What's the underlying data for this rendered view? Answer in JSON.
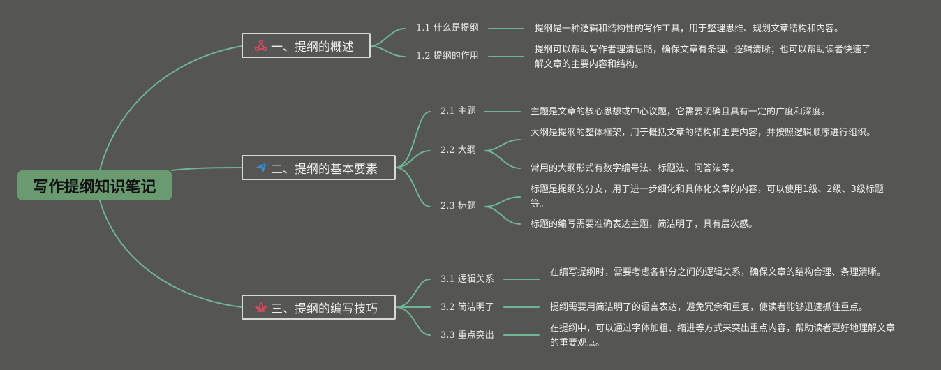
{
  "root": {
    "label": "写作提纲知识笔记"
  },
  "colors": {
    "background": "#555553",
    "root_fill": "#6a9a70",
    "connector": "#6fb596",
    "branch_border": "#d8d8d8"
  },
  "branches": [
    {
      "label": "一、提纲的概述",
      "icon": "triangle-nodes-icon",
      "subs": [
        {
          "label": "1.1 什么是提纲",
          "leaves": [
            "提纲是一种逻辑和结构性的写作工具，用于整理思维、规划文章结构和内容。"
          ]
        },
        {
          "label": "1.2 提纲的作用",
          "leaves": [
            "提纲可以帮助写作者理清思路，确保文章有条理、逻辑清晰；也可以帮助读者快速了解文章的主要内容和结构。"
          ]
        }
      ]
    },
    {
      "label": "二、提纲的基本要素",
      "icon": "paper-plane-icon",
      "subs": [
        {
          "label": "2.1 主题",
          "leaves": [
            "主题是文章的核心思想或中心议题，它需要明确且具有一定的广度和深度。"
          ]
        },
        {
          "label": "2.2 大纲",
          "leaves": [
            "大纲是提纲的整体框架，用于概括文章的结构和主要内容，并按照逻辑顺序进行组织。",
            "常用的大纲形式有数字编号法、标题法、问答法等。"
          ]
        },
        {
          "label": "2.3 标题",
          "leaves": [
            "标题是提纲的分支，用于进一步细化和具体化文章的内容，可以使用1级、2级、3级标题等。",
            "标题的编写需要准确表达主题，简洁明了，具有层次感。"
          ]
        }
      ]
    },
    {
      "label": "三、提纲的编写技巧",
      "icon": "flower-icon",
      "subs": [
        {
          "label": "3.1 逻辑关系",
          "leaves": [
            "在编写提纲时，需要考虑各部分之间的逻辑关系，确保文章的结构合理、条理清晰。"
          ]
        },
        {
          "label": "3.2 简洁明了",
          "leaves": [
            "提纲需要用简洁明了的语言表达，避免冗余和重复，使读者能够迅速抓住重点。"
          ]
        },
        {
          "label": "3.3 重点突出",
          "leaves": [
            "在提纲中，可以通过字体加粗、缩进等方式来突出重点内容，帮助读者更好地理解文章的重要观点。"
          ]
        }
      ]
    }
  ]
}
